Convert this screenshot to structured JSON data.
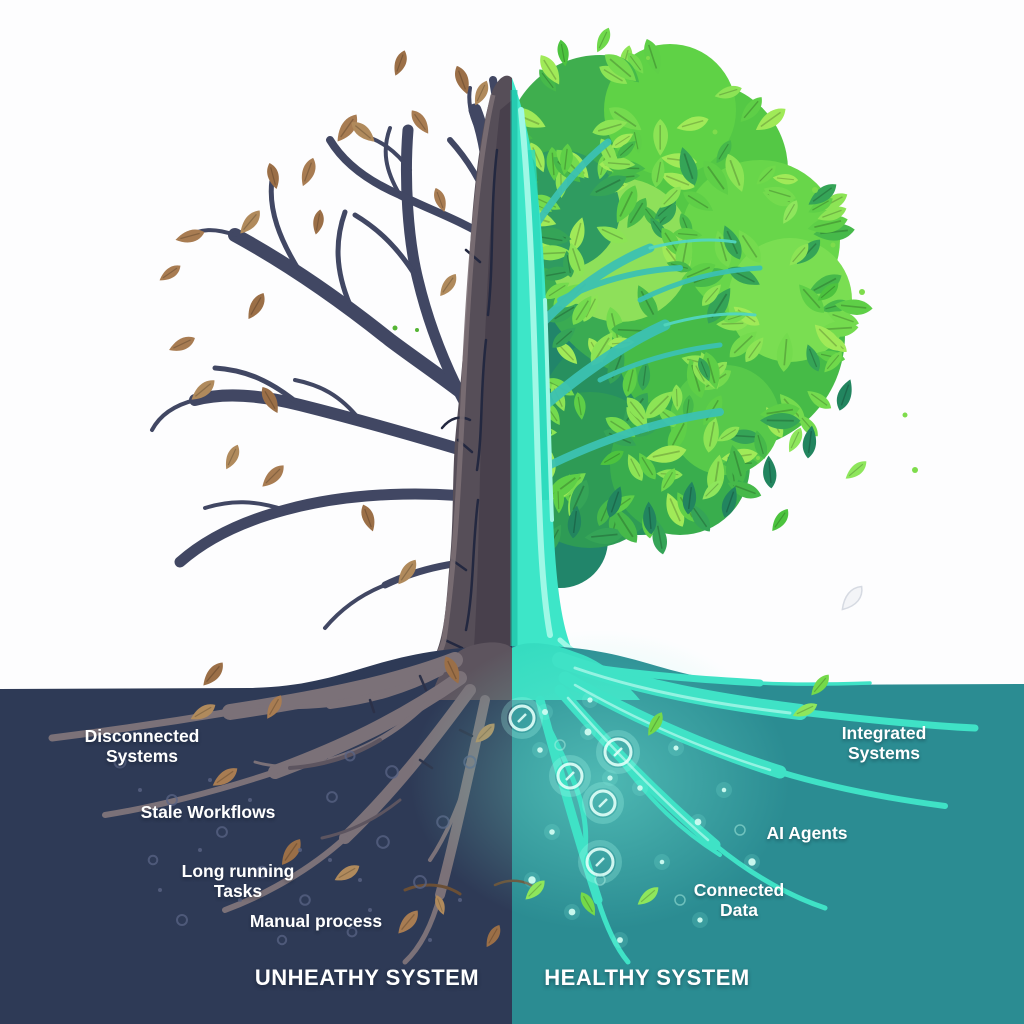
{
  "unhealthy": {
    "title": "UNHEATHY SYSTEM",
    "labels": [
      "Disconnected Systems",
      "Stale Workflows",
      "Long running Tasks",
      "Manual process"
    ]
  },
  "healthy": {
    "title": "HEALTHY SYSTEM",
    "labels": [
      "Integrated Systems",
      "AI Agents",
      "Connected Data"
    ]
  },
  "colors": {
    "ground_unhealthy": "#2e3a56",
    "ground_healthy": "#2b8c92",
    "label_text": "#ffffff",
    "dead_branch": "#414763",
    "dead_leaf": "#a87c52",
    "trunk_dead": "#564e58",
    "trunk_healthy": "#3de6c8",
    "healthy_root": "#3fe2c6",
    "canopy_green": "#5ecf3e"
  }
}
